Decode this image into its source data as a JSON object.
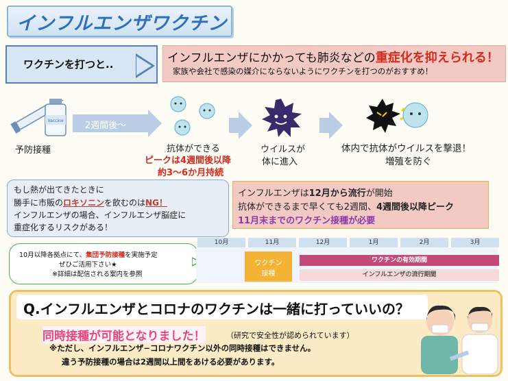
{
  "title": "インフルエンザワクチン",
  "intro": {
    "label": "ワクチンを打つと..",
    "headline_prefix": "インフルエンザにかかっても肺炎などの",
    "headline_emphasis": "重症化を抑えられる！",
    "subline": "家族や会社で感染の媒介にならないようにワクチンを打つのがおすすめ！"
  },
  "flow": {
    "step1": "予防接種",
    "vaccine_label": "Vaccine",
    "arrow_text": "2週間後〜",
    "step2": "抗体ができる",
    "step2_peak": "ピークは4週間後以降",
    "step2_duration": "約3〜6か月持続",
    "step3_line1": "ウイルスが",
    "step3_line2": "体に進入",
    "step4_line1": "体内で抗体がウイルスを撃退！",
    "step4_line2": "増殖を防ぐ"
  },
  "warning": {
    "line1": "もし熱が出てきたときに",
    "line2_prefix": "勝手に市販の",
    "line2_drug": "ロキソニン",
    "line2_mid": "を飲むのは",
    "line2_ng": "NG！",
    "line3": "インフルエンザの場合、インフルエンザ脳症に",
    "line4": "重症化するリスクがある！"
  },
  "info": {
    "line1_prefix": "インフルエンザは",
    "line1_bold": "12月から流行",
    "line1_suffix": "が開始",
    "line2_prefix": "抗体ができるまで早くても2週間、",
    "line2_bold": "4週間後以降ピーク",
    "line3": "11月末までのワクチン接種が必要"
  },
  "schedule": {
    "speech_line1_prefix": "10月以降各拠点にて、",
    "speech_line1_red": "集団予防接種",
    "speech_line1_suffix": "を実施予定",
    "speech_line2": "ぜひご活用下さい★",
    "speech_line3": "※詳細は配信される案内を参照",
    "months": [
      "10月",
      "11月",
      "12月",
      "1月",
      "2月",
      "3月"
    ],
    "vaccination_line1": "ワクチン",
    "vaccination_line2": "接種",
    "effective_period": "ワクチンの有効期間",
    "flu_season": "インフルエンザの流行期間"
  },
  "faq": {
    "question": "Q.インフルエンザとコロナのワクチンは一緒に打っていいの？",
    "answer_head": "同時接種が可能となりました！",
    "answer_note": "（研究で安全性が認められています）",
    "caveat1": "※ただし、インフルエンザ−コロナワクチン以外の同時接種はできません。",
    "caveat2": "違う予防接種の場合は2週間以上間をあける必要があります。"
  },
  "colors": {
    "accent_red": "#d52b1e",
    "title_blue": "#2f6fbf",
    "pink_box": "#f3c9c4",
    "vaccine_bar": "#c44a78",
    "orange": "#f5b335"
  }
}
